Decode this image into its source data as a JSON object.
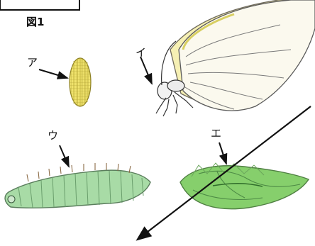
{
  "figure": {
    "title": "図1"
  },
  "labels": {
    "a": "ア",
    "b": "イ",
    "c": "ウ",
    "d": "エ"
  },
  "items": {
    "a": "egg",
    "b": "butterfly",
    "c": "caterpillar",
    "d": "pupa"
  },
  "colors": {
    "egg": "#e9df63",
    "wing": "#f4f0a8",
    "caterpillar": "#9bd39a",
    "pupa": "#7fcf67",
    "ink": "#222222"
  }
}
